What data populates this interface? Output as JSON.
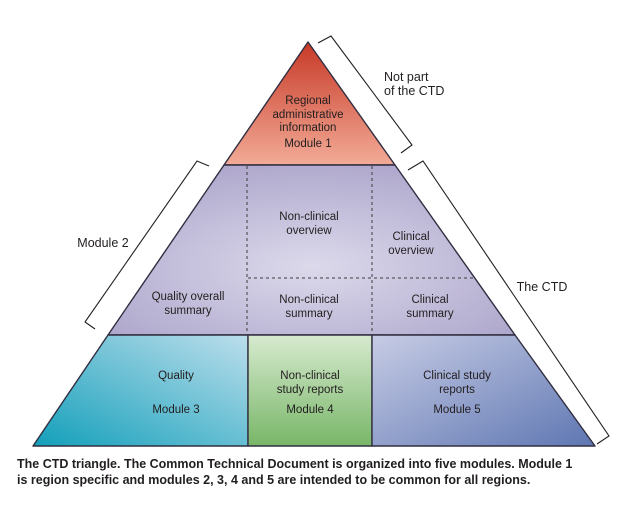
{
  "diagram": {
    "module1": {
      "label": "Regional\nadministrative\ninformation",
      "module": "Module 1"
    },
    "module2": {
      "nonclinical_overview": "Non-clinical\noverview",
      "clinical_overview": "Clinical\noverview",
      "quality_overall_summary": "Quality overall\nsummary",
      "nonclinical_summary": "Non-clinical\nsummary",
      "clinical_summary": "Clinical\nsummary"
    },
    "module3": {
      "label": "Quality",
      "module": "Module 3"
    },
    "module4": {
      "label": "Non-clinical\nstudy reports",
      "module": "Module 4"
    },
    "module5": {
      "label": "Clinical study\nreports",
      "module": "Module 5"
    },
    "annotations": {
      "not_part_of_ctd": "Not part\nof the CTD",
      "module2_bracket": "Module 2",
      "the_ctd_bracket": "The CTD"
    },
    "colors": {
      "module1_top": "#c73927",
      "module1_bottom": "#f2ab97",
      "module2_center": "#dcd9eb",
      "module2_edge": "#a29ac4",
      "module3_dark": "#129fba",
      "module3_light": "#bcdeec",
      "module4_light": "#d7eacf",
      "module4_dark": "#78b668",
      "module5_light": "#c7cce5",
      "module5_dark": "#5e76b2",
      "outline": "#322e41",
      "dash": "#3c3c3c",
      "bracket": "#231f20"
    }
  },
  "caption": "The CTD triangle. The Common Technical Document is organized into five modules. Module 1\nis region specific and modules 2, 3, 4 and 5 are intended to be common for all regions."
}
